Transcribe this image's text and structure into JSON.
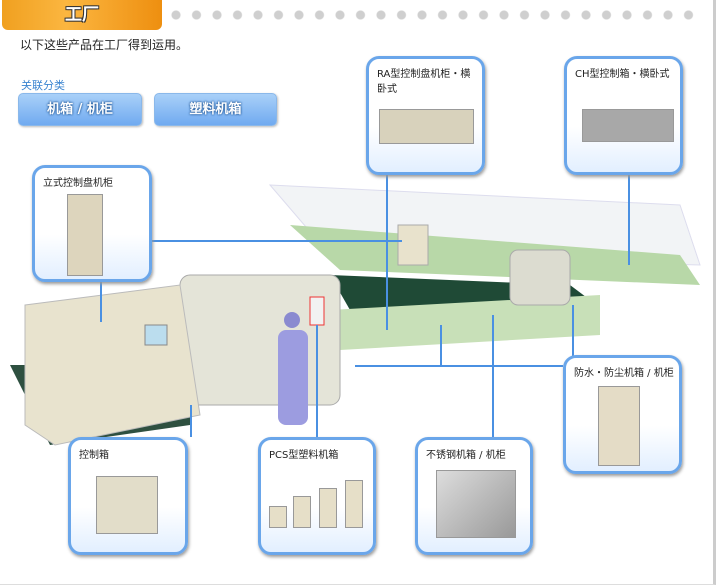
{
  "header": {
    "tab_title": "工厂"
  },
  "intro": "以下这些产品在工厂得到运用。",
  "related": {
    "label": "关联分类",
    "buttons": [
      "机箱 / 机柜",
      "塑料机箱"
    ]
  },
  "callouts": {
    "ra": "RA型控制盘机柜・横卧式",
    "ch": "CH型控制箱・横卧式",
    "standing": "立式控制盘机柜",
    "control_box": "控制箱",
    "pcs": "PCS型塑料机箱",
    "stainless": "不锈钢机箱 / 机柜",
    "waterproof": "防水・防尘机箱 / 机柜"
  },
  "colors": {
    "accent": "#f5a623",
    "link": "#3a84d0",
    "callout_border": "#6aa6ea"
  }
}
